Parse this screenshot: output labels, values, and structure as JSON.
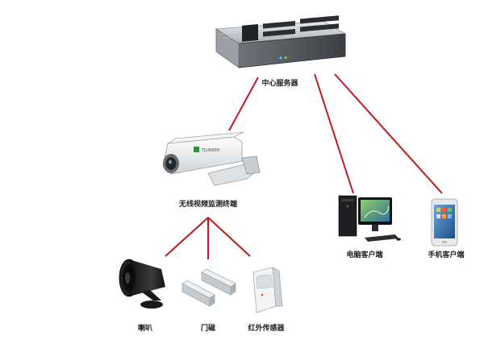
{
  "diagram": {
    "nodes": {
      "server": {
        "label": "中心服务器",
        "icon": "rack-server-icon"
      },
      "camera": {
        "label": "无线视频监测终端",
        "icon": "surveillance-camera-icon"
      },
      "pc": {
        "label": "电脑客户端",
        "icon": "desktop-computer-icon"
      },
      "phone": {
        "label": "手机客户端",
        "icon": "smartphone-icon"
      },
      "horn": {
        "label": "喇叭",
        "icon": "speaker-horn-icon"
      },
      "door": {
        "label": "门磁",
        "icon": "door-magnetic-sensor-icon"
      },
      "ir": {
        "label": "红外传感器",
        "icon": "infrared-sensor-icon"
      }
    },
    "link_color": "#c0181c",
    "camera_brand": "TJLINKER"
  }
}
